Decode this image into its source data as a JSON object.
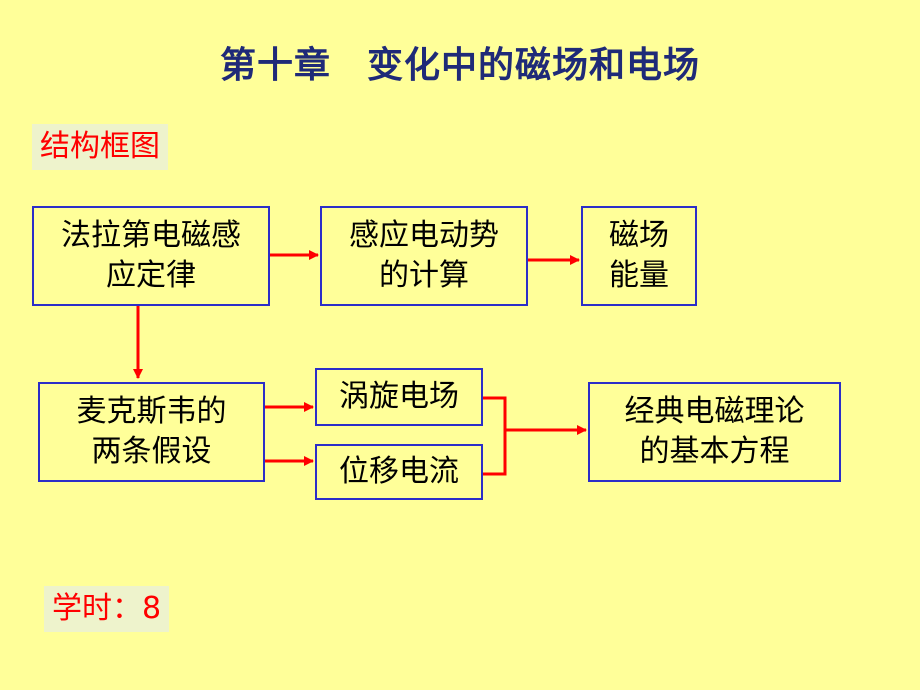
{
  "title": {
    "part1": "第十章",
    "part2": "变化中的磁场和电场"
  },
  "structure_label": "结构框图",
  "hours_label": "学时：8",
  "boxes": {
    "faraday": {
      "line1": "法拉第电磁感",
      "line2": "应定律"
    },
    "emf": {
      "line1": "感应电动势",
      "line2": "的计算"
    },
    "energy": {
      "line1": "磁场",
      "line2": "能量"
    },
    "maxwell": {
      "line1": "麦克斯韦的",
      "line2": "两条假设"
    },
    "vortex": {
      "line1": "涡旋电场"
    },
    "displacement": {
      "line1": "位移电流"
    },
    "theory": {
      "line1": "经典电磁理论",
      "line2": "的基本方程"
    }
  },
  "colors": {
    "arrow": "#FF0000",
    "border": "#2B2EC8",
    "title": "#1F2A78",
    "background": "#FFFF99"
  }
}
